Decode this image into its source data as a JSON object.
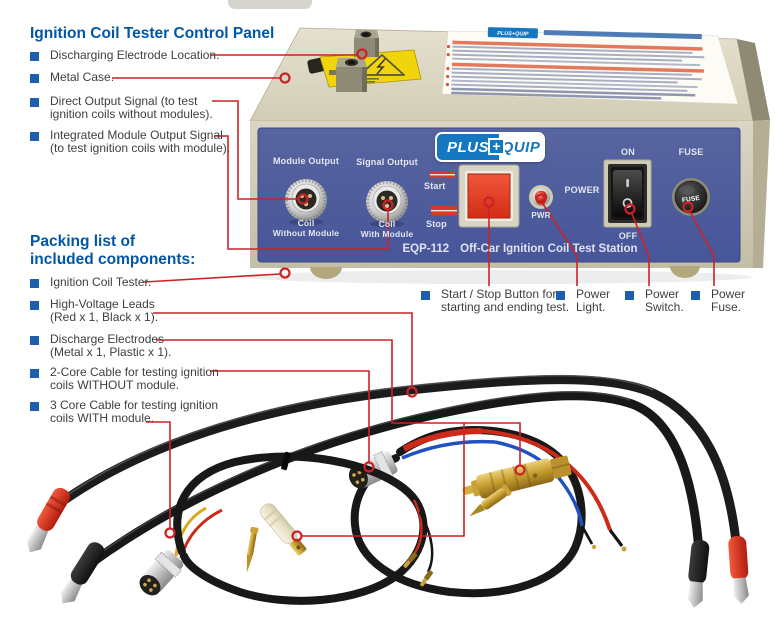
{
  "page_title": "Ignition Coil Tester Control Panel",
  "colors": {
    "accent_blue": "#0057a8",
    "bullet_blue": "#1c5fae",
    "callout_red": "#cc2227",
    "panel_blue": "#4e5da1",
    "logo_blue": "#1577c0",
    "case_beige": "#cfcab4",
    "button_red": "#df361f",
    "warning_yellow": "#f2d40c"
  },
  "control_panel_list": {
    "items": [
      {
        "lines": [
          "Discharging Electrode Location.",
          ""
        ]
      },
      {
        "lines": [
          "Metal Case.",
          ""
        ]
      },
      {
        "lines": [
          "Direct Output Signal (to test",
          "ignition coils without modules)."
        ]
      },
      {
        "lines": [
          "Integrated Module Output Signal",
          "(to test ignition coils with module)."
        ]
      }
    ]
  },
  "packing_list": {
    "heading_lines": [
      "Packing list of",
      "included components:"
    ],
    "items": [
      {
        "lines": [
          "Ignition Coil Tester.",
          ""
        ]
      },
      {
        "lines": [
          "High-Voltage Leads",
          "(Red x 1, Black x 1)."
        ]
      },
      {
        "lines": [
          "Discharge Electrodes",
          "(Metal x 1, Plastic x 1)."
        ]
      },
      {
        "lines": [
          "2-Core Cable for testing ignition",
          "coils WITHOUT module."
        ]
      },
      {
        "lines": [
          "3 Core Cable for testing ignition",
          "coils WITH module."
        ]
      }
    ]
  },
  "bottom_callouts": {
    "items": [
      {
        "lines": [
          "Start / Stop Button for",
          "starting and ending test."
        ]
      },
      {
        "lines": [
          "Power",
          "Light."
        ]
      },
      {
        "lines": [
          "Power",
          "Switch."
        ]
      },
      {
        "lines": [
          "Power",
          "Fuse."
        ]
      }
    ]
  },
  "device": {
    "logo": {
      "plus": "PLUS",
      "plus_sign": "+",
      "quip": "QUIP"
    },
    "top_label_brand": "PLUS+QUIP",
    "panel": {
      "left_connector": {
        "top_label": "Module Output",
        "bottom_line1": "Coil",
        "bottom_line2": "Without Module"
      },
      "right_connector": {
        "top_label": "Signal Output",
        "bottom_line1": "Coil",
        "bottom_line2": "With Module"
      },
      "start_label": "Start",
      "stop_label": "Stop",
      "power_label": "POWER",
      "pwr_label": "PWR",
      "on_label": "ON",
      "off_label": "OFF",
      "fuse_label": "FUSE",
      "fuse_cap_label": "FUSE",
      "model": "EQP-112",
      "model_name": "Off-Car Ignition Coil Test Station"
    }
  }
}
